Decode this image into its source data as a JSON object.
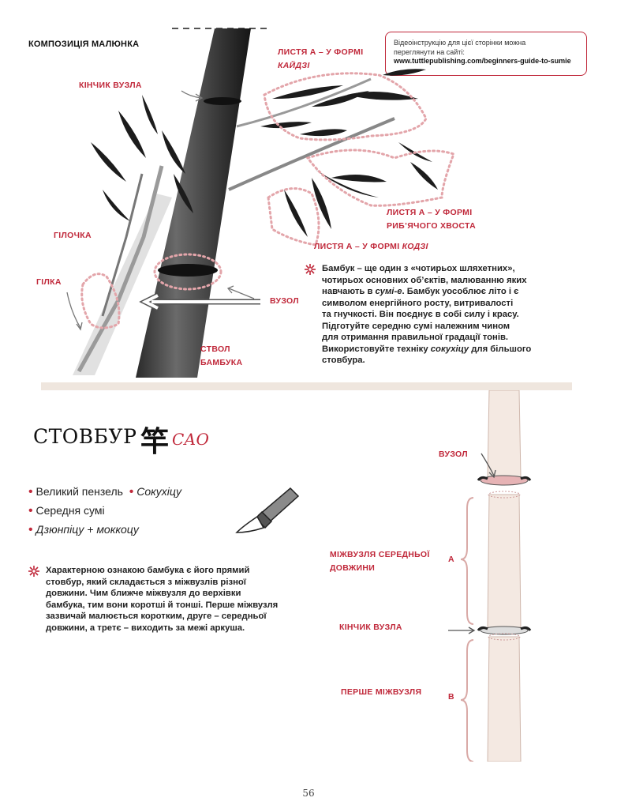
{
  "top": {
    "section_title": "КОМПОЗИЦІЯ МАЛЮНКА",
    "video_box": {
      "line1": "Відеоінструкцію для цієї сторінки можна",
      "line2": "переглянути на сайті:",
      "url": "www.tuttlepublishing.com/beginners-guide-to-sumie"
    },
    "labels": {
      "leaves_kaidzi_1": "ЛИСТЯ А – У ФОРМІ",
      "leaves_kaidzi_2": "КАЙДЗІ",
      "node_tip": "КІНЧИК ВУЗЛА",
      "twig": "ГІЛОЧКА",
      "branch": "ГІЛКА",
      "node": "ВУЗОЛ",
      "trunk_1": "СТВОЛ",
      "trunk_2": "БАМБУКА",
      "fishtail_1": "ЛИСТЯ А – У ФОРМІ",
      "fishtail_2": "РИБ’ЯЧОГО ХВОСТА",
      "kodzi_1": "ЛИСТЯ А – У ФОРМІ",
      "kodzi_2": "КОДЗІ"
    },
    "paragraph": {
      "l1": "Бамбук – ще один з «чотирьох шляхетних»,",
      "l2": "чотирьох основних об’єктів, малюванню яких",
      "l3a": "навчають в ",
      "l3b": "сумі-е",
      "l3c": ". Бамбук уособлює літо і є",
      "l4": "символом енергійного росту, витривалості",
      "l5": "та гнучкості. Він поєднує в собі силу і красу.",
      "l6": "Підготуйте середню сумі належним чином",
      "l7": "для отримання правильної градації тонів.",
      "l8a": "Використовуйте техніку ",
      "l8b": "сокухіцу",
      "l8c": " для більшого",
      "l9": "стовбура."
    }
  },
  "bottom": {
    "heading": "СТОВБУР",
    "heading_char": "竿",
    "heading_sub": "САО",
    "bullets": {
      "b1": "Великий пензель",
      "b2": "Сокухіцу",
      "b3": "Середня сумі",
      "b4": "Дзюнпіцу + моккоцу"
    },
    "paragraph": {
      "l1": "Характерною ознакою бамбука є його прямий",
      "l2": "стовбур, який складається з міжвузлів різної",
      "l3": "довжини. Чим ближче міжвузля до верхівки",
      "l4": "бамбука, тим вони коротші й тонші. Перше міжвузля",
      "l5": "зазвичай малюється коротким, друге – середньої",
      "l6": "довжини, а третє – виходить за межі аркуша."
    },
    "labels": {
      "node": "ВУЗОЛ",
      "mid_1": "МІЖВУЗЛЯ СЕРЕДНЬОЇ",
      "mid_2": "ДОВЖИНИ",
      "letter_a": "A",
      "node_tip": "КІНЧИК ВУЗЛА",
      "first": "ПЕРШЕ МІЖВУЗЛЯ",
      "letter_b": "B"
    }
  },
  "page_number": "56",
  "colors": {
    "accent": "#c0283a",
    "ink": "#1a1a1a",
    "divider": "#efe6de",
    "stalk": "#f4e9e2"
  }
}
